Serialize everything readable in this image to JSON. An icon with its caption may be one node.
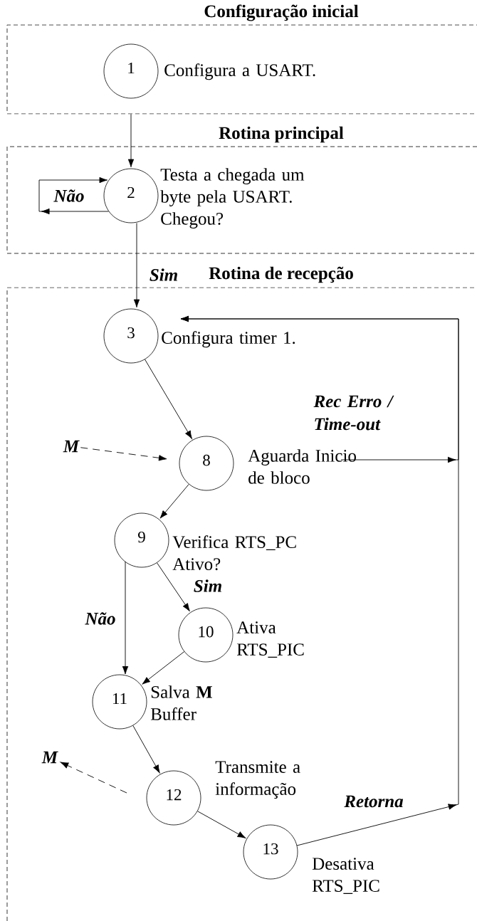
{
  "diagram": {
    "nodes": [
      {
        "text": [
          "Configuração inicial"
        ]
      },
      {
        "text": [
          "1"
        ],
        "in": 0,
        "beside": [
          "Configura a USART."
        ]
      },
      {
        "text": [
          "Rotina principal"
        ]
      },
      {
        "text": [
          "2"
        ],
        "in": 2,
        "beside": [
          "Testa a chegada um byte pela USART. Chegou?"
        ]
      },
      {
        "text": [
          "Rotina de recepção"
        ]
      },
      {
        "text": [
          "3"
        ],
        "in": 4,
        "beside": [
          "Configura timer 1."
        ]
      },
      {
        "text": [
          "M"
        ],
        "in": 4
      },
      {
        "text": [
          "8"
        ],
        "in": 4,
        "beside": [
          "Aguarda Inicio de bloco"
        ]
      },
      {
        "text": [
          "9"
        ],
        "in": 4,
        "beside": [
          "Verifica RTS_PC Ativo?"
        ]
      },
      {
        "text": [
          "10"
        ],
        "in": 4,
        "beside": [
          "Ativa RTS_PIC"
        ]
      },
      {
        "text": [
          "11"
        ],
        "in": 4,
        "beside": [
          "Salva **M** Buffer"
        ]
      },
      {
        "text": [
          "M"
        ],
        "in": 4
      },
      {
        "text": [
          "12"
        ],
        "in": 4,
        "beside": [
          "Transmite a informação"
        ]
      },
      {
        "text": [
          "13"
        ],
        "in": 4,
        "beside": [
          "Desativa RTS_PIC"
        ]
      }
    ],
    "edges": [
      {
        "from": 0,
        "to": 3,
        "arrow": "to"
      },
      {
        "from": 3,
        "to": 3,
        "arrow": "to",
        "label": "Não"
      },
      {
        "from": 3,
        "to": 5,
        "arrow": "to",
        "label": "Sim"
      },
      {
        "from": 5,
        "to": 7,
        "arrow": "to"
      },
      {
        "from": 6,
        "to": 7,
        "arrow": "to",
        "style": "dashed"
      },
      {
        "from": 7,
        "to": 5,
        "arrow": "to",
        "label": "Rec Erro / Time-out"
      },
      {
        "from": 7,
        "to": 8,
        "arrow": "to"
      },
      {
        "from": 8,
        "to": 9,
        "arrow": "to",
        "label": "Sim"
      },
      {
        "from": 8,
        "to": 10,
        "arrow": "to",
        "label": "Não"
      },
      {
        "from": 9,
        "to": 10,
        "arrow": "to"
      },
      {
        "from": 10,
        "to": 12,
        "arrow": "to"
      },
      {
        "from": 12,
        "to": 11,
        "arrow": "to",
        "style": "dashed"
      },
      {
        "from": 12,
        "to": 13,
        "arrow": "to"
      },
      {
        "from": 13,
        "to": 5,
        "arrow": "to",
        "label": "Retorna"
      }
    ]
  }
}
